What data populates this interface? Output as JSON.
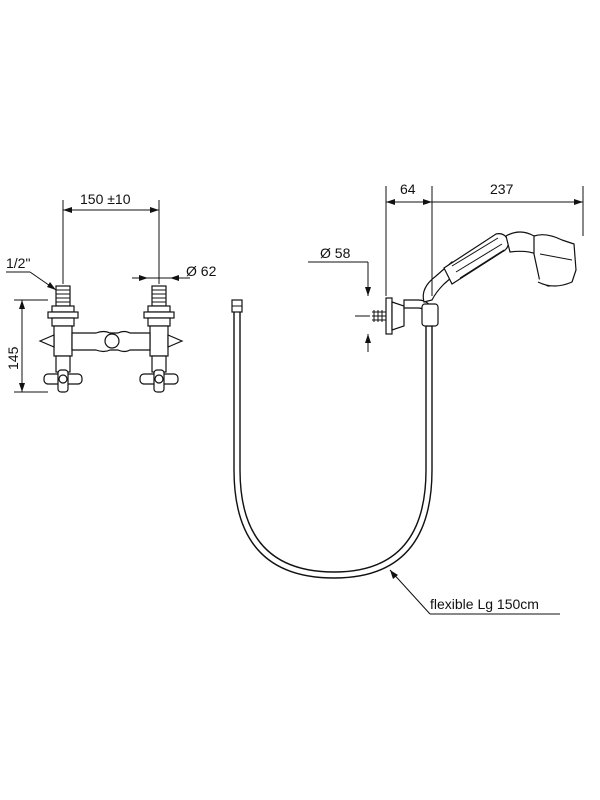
{
  "dimensions": {
    "mixer_width": "150 ±10",
    "inlet_thread": "1/2\"",
    "escutcheon_diameter": "Ø 62",
    "mixer_height": "145",
    "holder_diameter": "Ø 58",
    "holder_projection": "64",
    "handshower_length": "237"
  },
  "hose_note": "flexible Lg 150cm"
}
